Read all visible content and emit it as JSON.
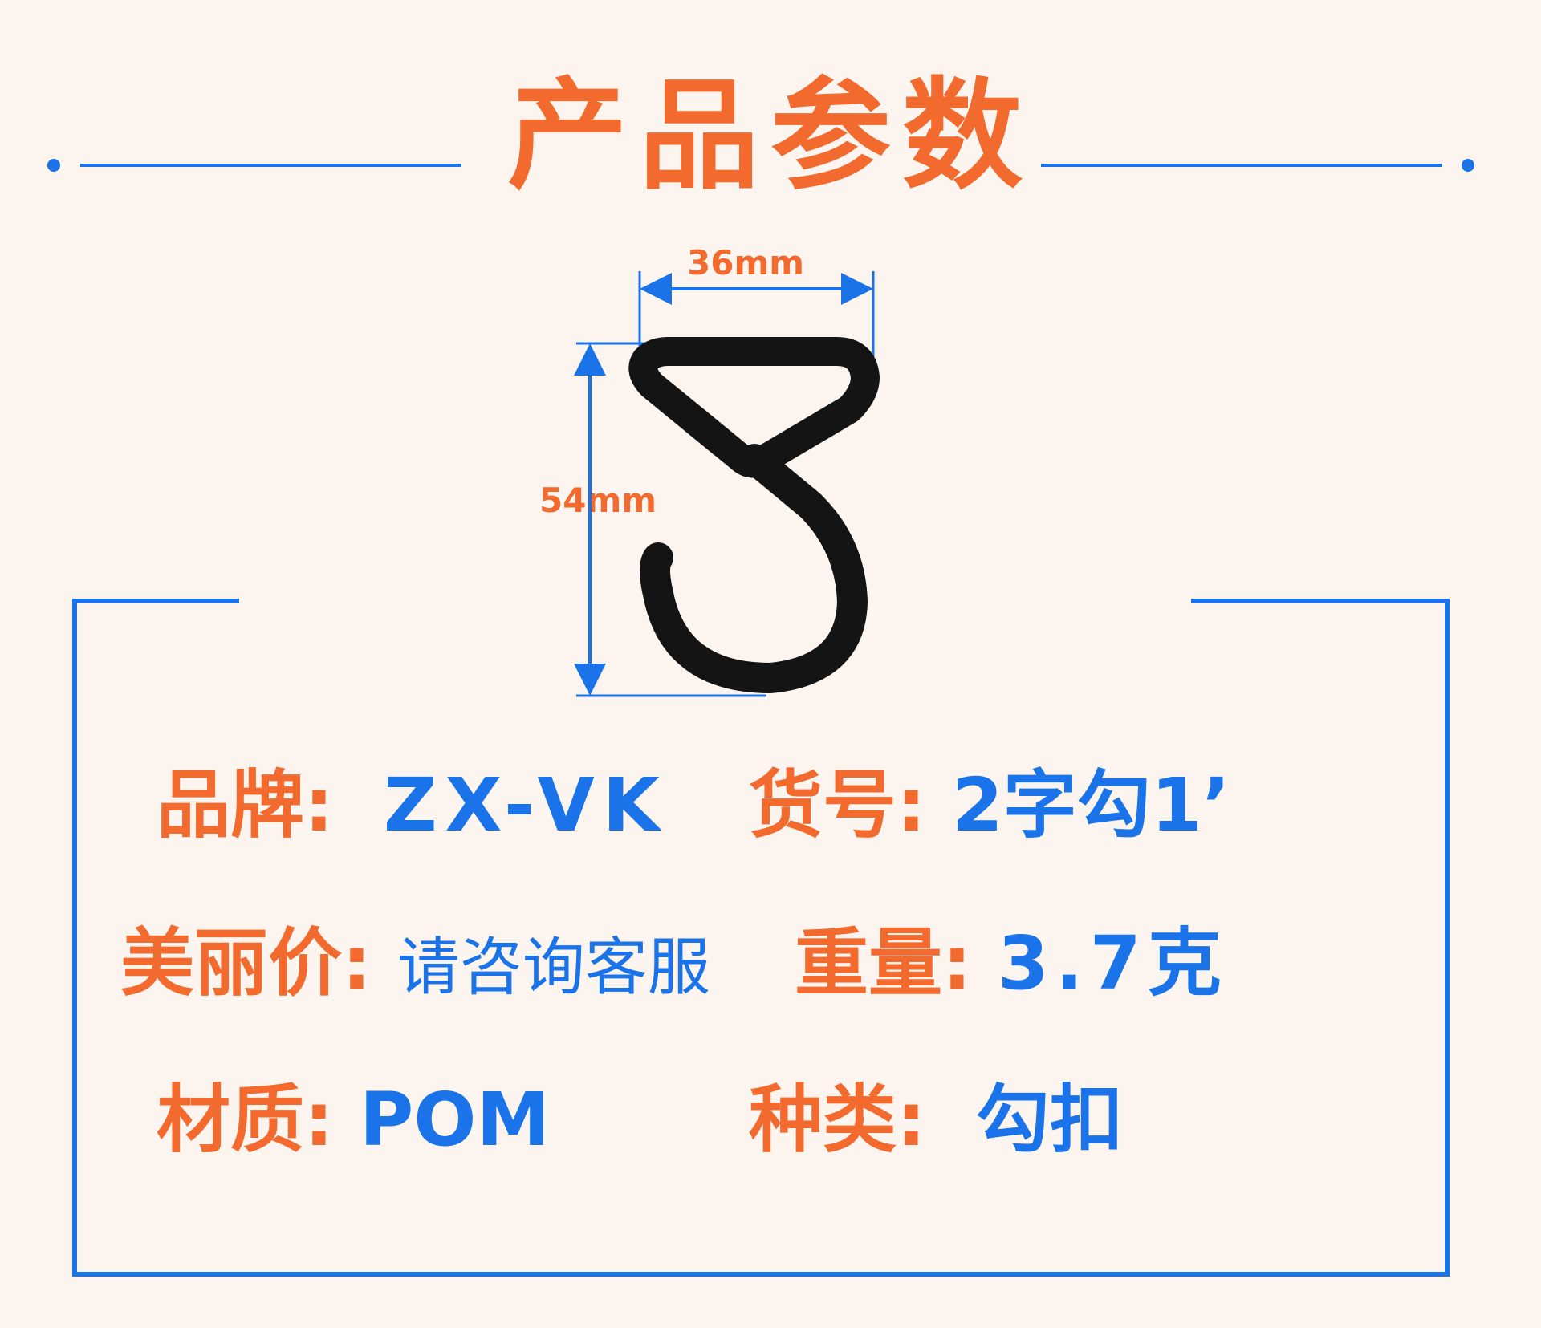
{
  "title": "产品参数",
  "dimensions": {
    "width_label": "36mm",
    "height_label": "54mm"
  },
  "specs": {
    "brand": {
      "label": "品牌:",
      "value": "ZX-VK"
    },
    "item_no": {
      "label": "货号:",
      "value": "2字勾1’"
    },
    "price": {
      "label": "美丽价:",
      "value": "请咨询客服"
    },
    "weight": {
      "label": "重量:",
      "value": "3.7克"
    },
    "material": {
      "label": "材质:",
      "value": "POM"
    },
    "category": {
      "label": "种类:",
      "value": "勾扣"
    }
  },
  "colors": {
    "accent_orange": "#f26a2e",
    "accent_blue": "#1a73e8",
    "background": "#fcf5ef",
    "product": "#141414"
  },
  "icons": [
    "s-hook-product-image"
  ]
}
